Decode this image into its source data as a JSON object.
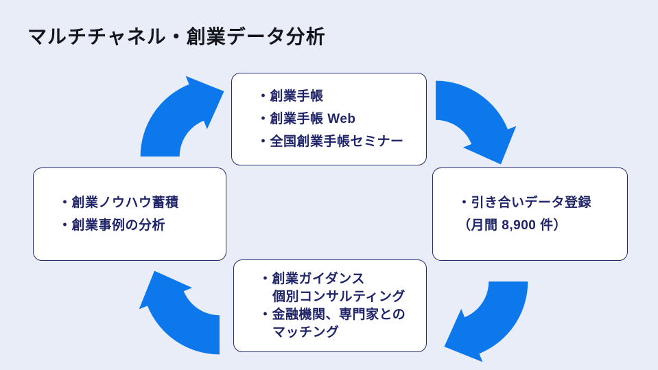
{
  "title": "マルチチャネル・創業データ分析",
  "cycle": {
    "top_box": {
      "lines": [
        "・創業手帳",
        "・創業手帳 Web",
        "・全国創業手帳セミナー"
      ]
    },
    "right_box": {
      "lines": [
        "・引き合いデータ登録",
        "（月間 8,900 件）"
      ]
    },
    "bottom_box": {
      "lines": [
        "・創業ガイダンス",
        "個別コンサルティング",
        "・金融機関、専門家との",
        "マッチング"
      ]
    },
    "left_box": {
      "lines": [
        "・創業ノウハウ蓄積",
        "・創業事例の分析"
      ]
    },
    "arrows": [
      "left-to-top",
      "top-to-right",
      "right-to-bottom",
      "bottom-to-left"
    ]
  },
  "colors": {
    "background": "#e9edf7",
    "box_background": "#ffffff",
    "box_border": "#272c6d",
    "box_text": "#1f2468",
    "title_text": "#15151c",
    "arrow_blue": "#0d78eb"
  }
}
